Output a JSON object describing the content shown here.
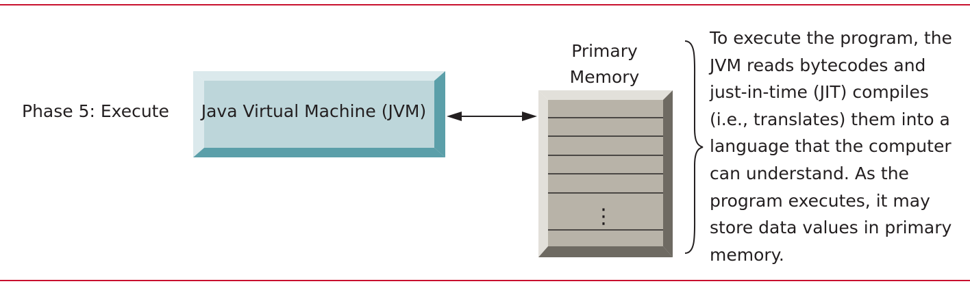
{
  "phase": {
    "label": "Phase 5: Execute"
  },
  "jvm": {
    "label": "Java Virtual Machine (JVM)"
  },
  "memory": {
    "title_line1": "Primary",
    "title_line2": "Memory",
    "ellipsis": "⋮"
  },
  "description": {
    "text": "To execute the program, the JVM reads bytecodes and just-in-time (JIT) compiles (i.e., translates) them into a language that the computer can understand. As the program executes, it may store data values in primary memory."
  },
  "colors": {
    "rule": "#c8102e",
    "jvm_face": "#bdd6da",
    "jvm_bevel_light": "#dbe9ec",
    "jvm_bevel_dark": "#5b9fa9",
    "memory_face": "#b8b3a8",
    "memory_bevel_light": "#e2e0da",
    "memory_bevel_dark": "#6e6a62"
  }
}
